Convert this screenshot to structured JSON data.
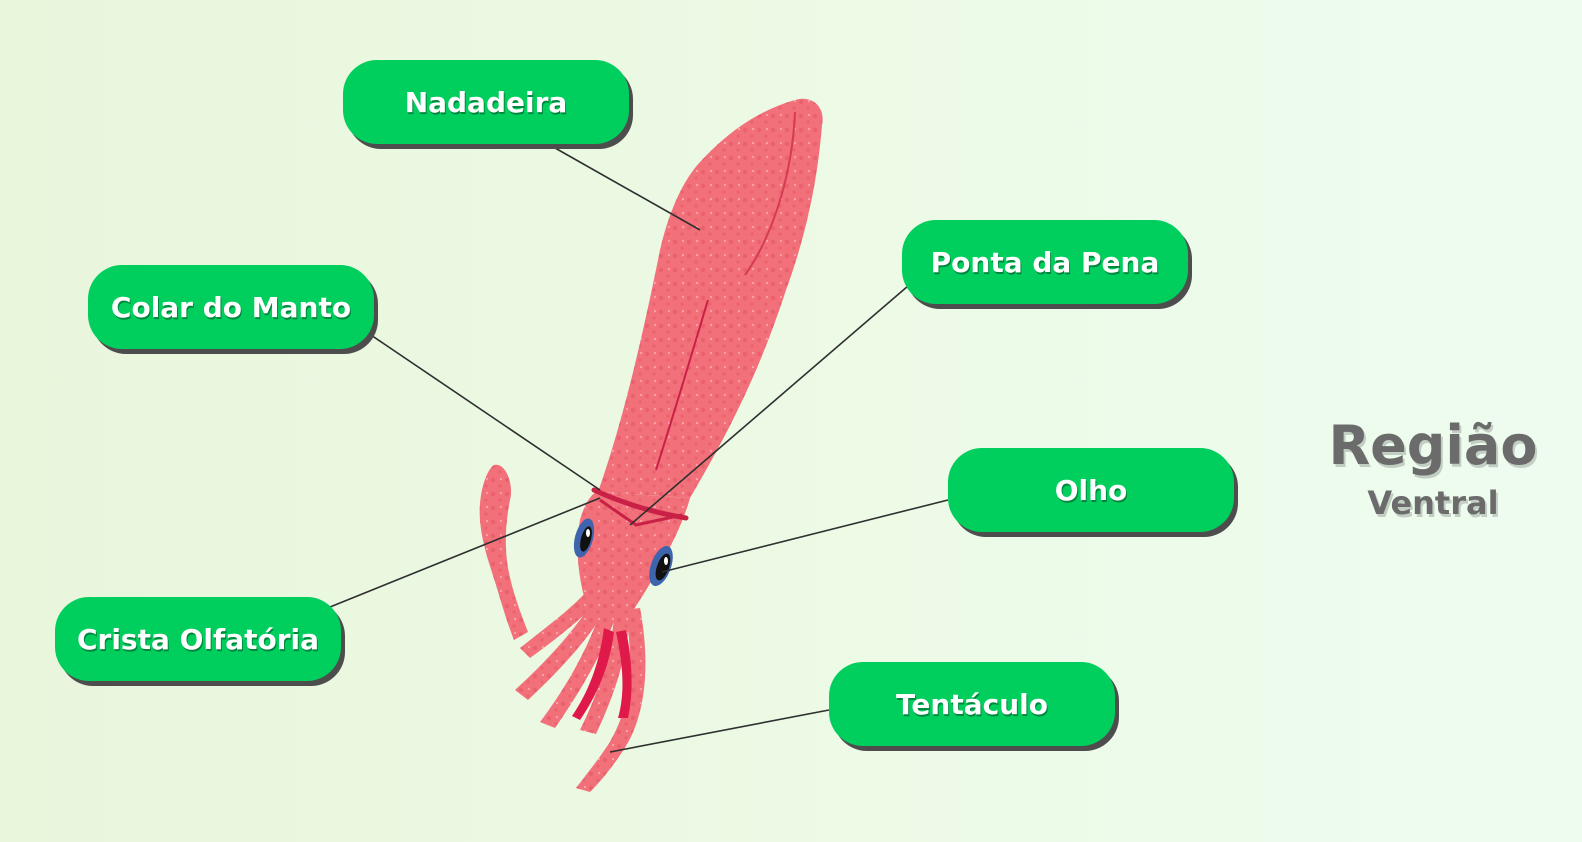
{
  "diagram": {
    "labels": {
      "nadadeira": "Nadadeira",
      "colar_do_manto": "Colar do Manto",
      "crista_olfatoria": "Crista Olfatória",
      "ponta_da_pena": "Ponta da Pena",
      "olho": "Olho",
      "tentaculo": "Tentáculo"
    },
    "title": "Região",
    "subtitle": "Ventral"
  },
  "colors": {
    "label_bg": "#00cf5e",
    "label_text": "#ffffff",
    "squid_body": "#f2707a",
    "squid_spots": "#e05460",
    "accent_red": "#e0194b",
    "eye_blue": "#3f64ae",
    "title_text": "#6b6b6b"
  }
}
